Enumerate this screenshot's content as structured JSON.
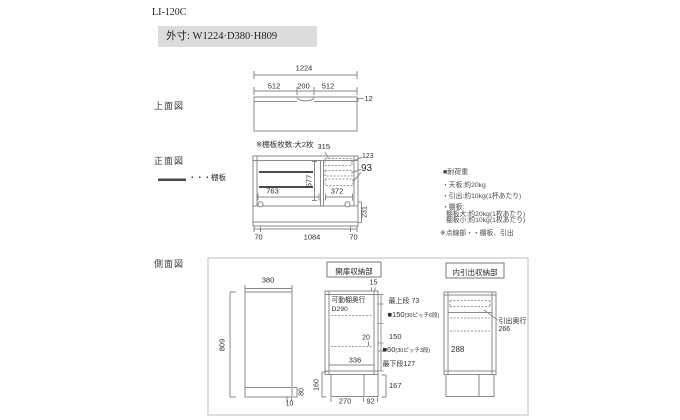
{
  "title": "LI-120C",
  "outer_size": "外寸: W1224·D380·H809",
  "top_view": {
    "label": "上面図",
    "w_total": "1224",
    "w_left": "512",
    "w_center": "200",
    "w_right": "512",
    "edge": "12"
  },
  "front_view": {
    "label": "正面図",
    "legend": "・・・棚板",
    "note": "※棚板枚数:大2枚",
    "w_inner_top": "315",
    "drawer_h_top": "123",
    "drawer_h": "93",
    "inner_h": "577",
    "w_left_inner": "763",
    "w_right_inner": "372",
    "base_h": "231",
    "side_l": "70",
    "w_center": "1084",
    "side_r": "70"
  },
  "load_note": {
    "heading": "■耐荷重",
    "top_board": "・天板:約20kg",
    "drawer": "・引出:約10kg(1杯あたり)",
    "shelf_head": "・棚板:",
    "shelf_large": "棚板大:約20kg(1枚あたり)",
    "shelf_small": "棚板小:約10kg(1枚あたり)",
    "dotted": "※点線部・・棚板、引出"
  },
  "side_view": {
    "label": "側面図",
    "depth": "380",
    "height": "809",
    "kick_h": "80",
    "foot": "10",
    "door": {
      "title": "開扉収納部",
      "top_t": "15",
      "shelf_depth_label": "可動棚奥行",
      "shelf_depth": "D290",
      "gap": "20",
      "inner_d": "336",
      "top_row": "最上段 73",
      "pitch_a": "■150",
      "pitch_a_note": "(30ピッチ6段)",
      "mid": "150",
      "pitch_b": "■60",
      "pitch_b_note": "(30ピッチ3段)",
      "bottom_row": "最下段127",
      "base_h": "160",
      "base_h2": "167",
      "base_d": "270",
      "base_d2": "92"
    },
    "drawer": {
      "title": "内引出収納部",
      "depth_label": "引出奥行",
      "depth": "266",
      "inner_h": "288"
    }
  }
}
